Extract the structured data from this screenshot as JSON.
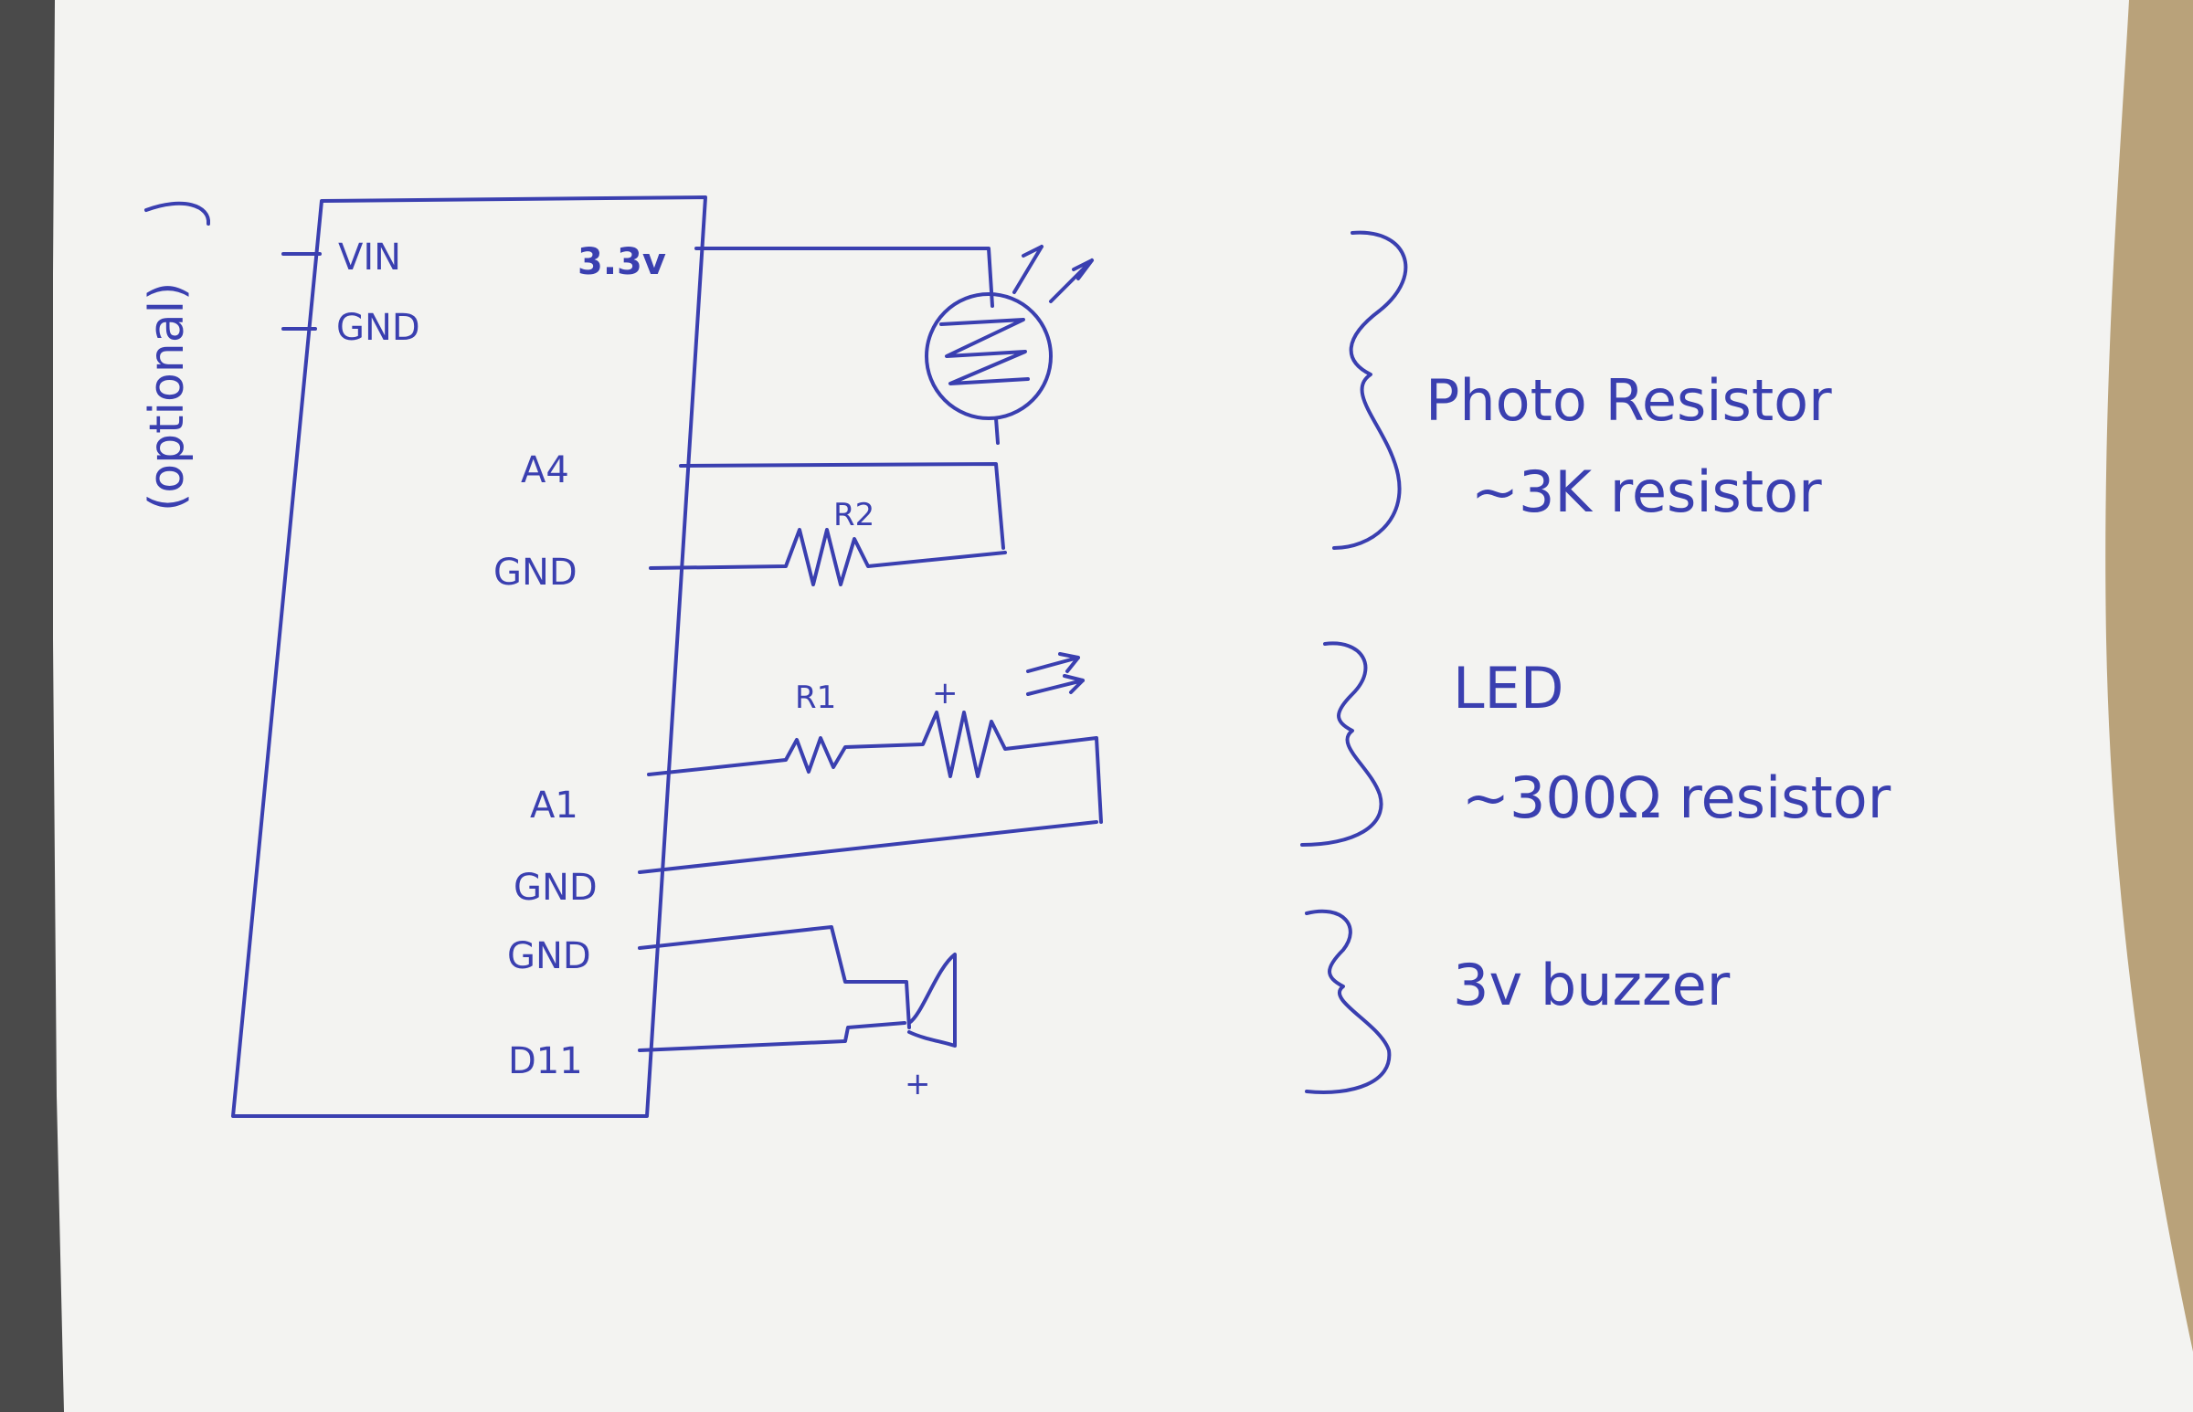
{
  "diagram": {
    "board_label": "",
    "optional_note": "(optional)",
    "top_left_pins": [
      "VIN",
      "GND"
    ],
    "top_right_pin": "3.3v",
    "left_pins": [
      "A4",
      "GND",
      "A1",
      "GND",
      "GND",
      "D11"
    ],
    "components": {
      "r2_label": "R2",
      "r1_label": "R1",
      "led_plus": "+",
      "buzzer_plus": "+"
    },
    "notes": [
      {
        "line1": "Photo Resistor",
        "line2": "~3K resistor"
      },
      {
        "line1": "LED",
        "line2": "~300Ω resistor"
      },
      {
        "line1": "3v buzzer",
        "line2": ""
      }
    ]
  },
  "colors": {
    "ink": "#3a3fb0",
    "paper": "#f3f3f1",
    "table_left": "#4a4a4a",
    "table_right": "#b9a27a"
  }
}
